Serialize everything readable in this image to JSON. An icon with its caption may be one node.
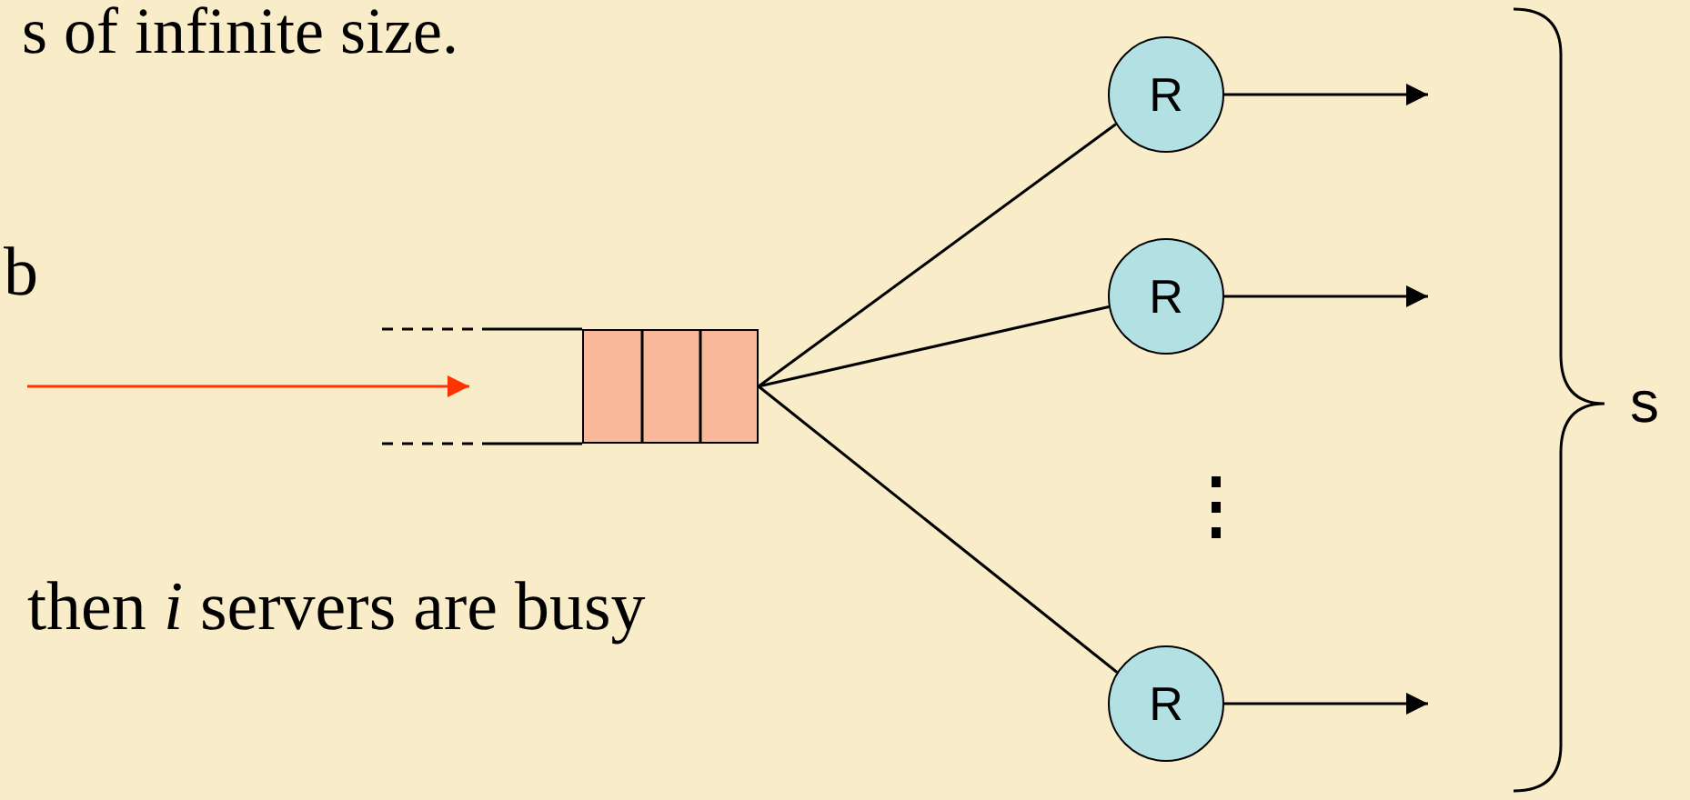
{
  "diagram": {
    "nodes": [
      {
        "text": [],
        "shape": "box"
      },
      {
        "text": [
          "R"
        ]
      },
      {
        "text": [
          "R"
        ]
      },
      {
        "text": [
          "R"
        ]
      }
    ],
    "edges": [
      {
        "from": null,
        "to": 0,
        "arrow": "to",
        "color": "#ff3300"
      },
      {
        "from": 0,
        "to": 1,
        "arrow": "none"
      },
      {
        "from": 0,
        "to": 2,
        "arrow": "none"
      },
      {
        "from": 0,
        "to": 3,
        "arrow": "none"
      },
      {
        "from": 1,
        "to": null,
        "arrow": "to"
      },
      {
        "from": 2,
        "to": null,
        "arrow": "to"
      },
      {
        "from": 3,
        "to": null,
        "arrow": "to"
      }
    ],
    "labels": [
      "s of infinite size.",
      "b",
      "then *i* servers are busy",
      "s"
    ]
  }
}
